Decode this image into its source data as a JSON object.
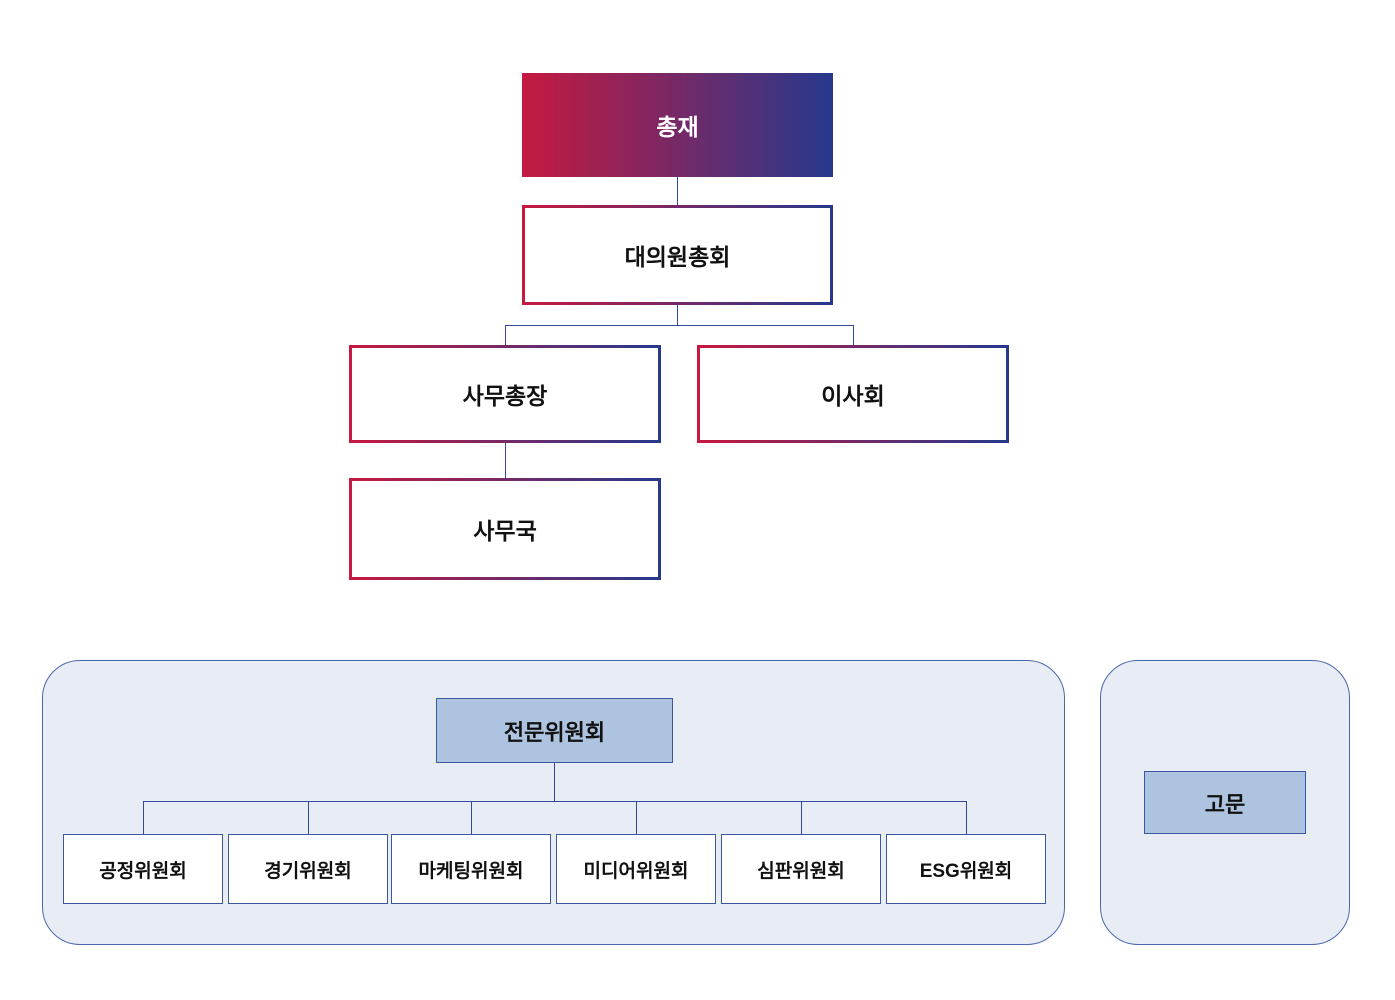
{
  "org": {
    "root": {
      "label": "총재"
    },
    "assembly": {
      "label": "대의원총회"
    },
    "secretary_general": {
      "label": "사무총장"
    },
    "board": {
      "label": "이사회"
    },
    "secretariat": {
      "label": "사무국"
    },
    "committee_group": {
      "parent_label": "전문위원회",
      "committees": [
        "공정위원회",
        "경기위원회",
        "마케팅위원회",
        "미디어위원회",
        "심판위원회",
        "ESG위원회"
      ]
    },
    "advisor_group": {
      "label": "고문"
    }
  },
  "colors": {
    "gradient_start": "#C51940",
    "gradient_end": "#26398D",
    "connector": "#33499B",
    "panel_fill": "#E8ECF5",
    "panel_border": "#4A69AD",
    "subbox_fill": "#AEC3DF",
    "subbox_border": "#3A57A0",
    "text_dark": "#111111"
  }
}
